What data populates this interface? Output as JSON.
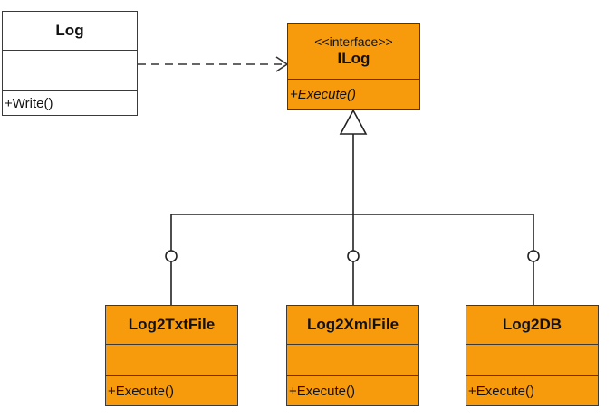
{
  "classes": {
    "log": {
      "name": "Log",
      "operations": [
        "+Write()"
      ]
    },
    "ilog": {
      "stereotype": "<<interface>>",
      "name": "ILog",
      "operations": [
        "+Execute()"
      ]
    },
    "log2txtfile": {
      "name": "Log2TxtFile",
      "operations": [
        "+Execute()"
      ]
    },
    "log2xmlfile": {
      "name": "Log2XmlFile",
      "operations": [
        "+Execute()"
      ]
    },
    "log2db": {
      "name": "Log2DB",
      "operations": [
        "+Execute()"
      ]
    }
  },
  "relations": [
    {
      "type": "dependency",
      "from": "Log",
      "to": "ILog"
    },
    {
      "type": "realization",
      "from": "Log2TxtFile",
      "to": "ILog"
    },
    {
      "type": "realization",
      "from": "Log2XmlFile",
      "to": "ILog"
    },
    {
      "type": "realization",
      "from": "Log2DB",
      "to": "ILog"
    }
  ],
  "colors": {
    "interface_fill": "#f79a0c",
    "plain_fill": "#ffffff",
    "line": "#3a3a3a"
  }
}
